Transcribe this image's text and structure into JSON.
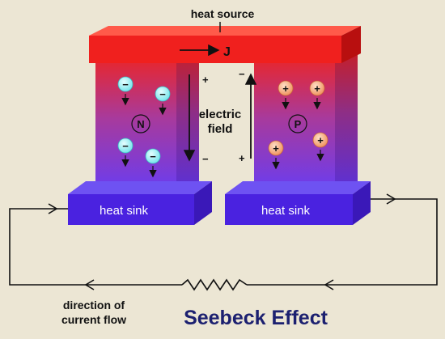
{
  "diagram": {
    "heat_source_label": "heat source",
    "current_density_label": "J",
    "electric_field_label_line1": "electric",
    "electric_field_label_line2": "field",
    "n_leg_label": "N",
    "p_leg_label": "P",
    "heat_sink_left_label": "heat sink",
    "heat_sink_right_label": "heat sink",
    "electron_symbol": "−",
    "hole_symbol": "+",
    "field_sign_left_top": "+",
    "field_sign_left_bottom": "−",
    "field_sign_right_top": "−",
    "field_sign_right_bottom": "+",
    "current_direction_line1": "direction of",
    "current_direction_line2": "current flow",
    "title": "Seebeck Effect"
  },
  "colors": {
    "heat_source": "#f0201e",
    "heat_sink": "#4a22e0",
    "electron": "#8ff0f4",
    "hole": "#f4a070",
    "title": "#1c2070"
  }
}
